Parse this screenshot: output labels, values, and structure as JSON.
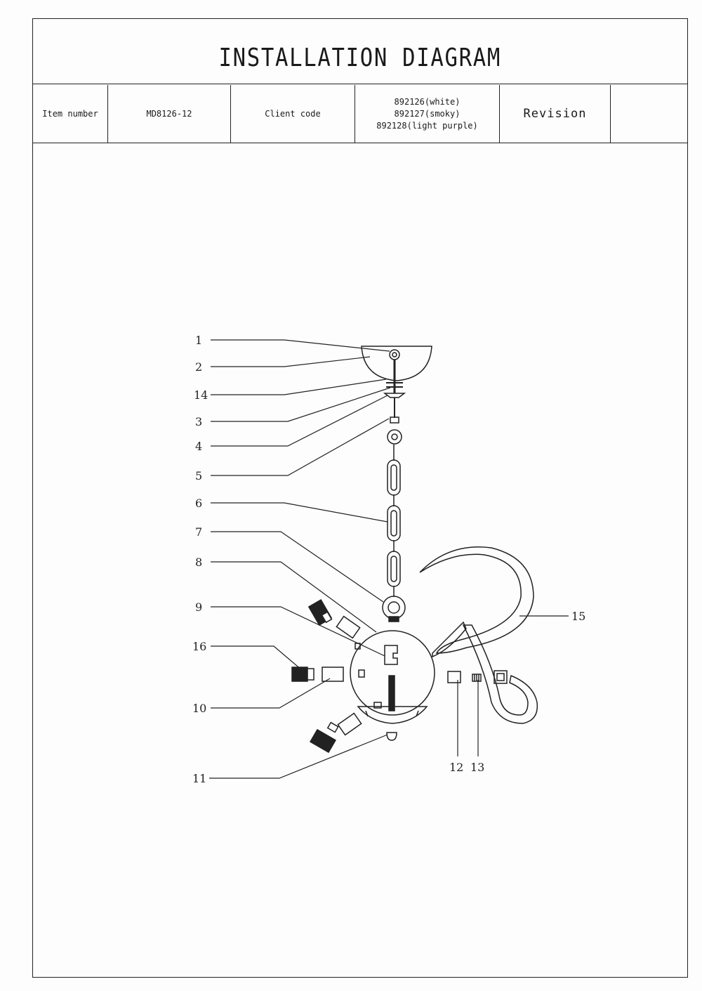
{
  "title": "INSTALLATION DIAGRAM",
  "info": {
    "item_number_label": "Item number",
    "item_number_value": "MD8126-12",
    "client_code_label": "Client code",
    "client_codes": [
      "892126(white)",
      "892127(smoky)",
      "892128(light purple)"
    ],
    "revision_label": "Revision",
    "revision_value": ""
  },
  "part_labels": {
    "p1": "1",
    "p2": "2",
    "p14": "14",
    "p3": "3",
    "p4": "4",
    "p5": "5",
    "p6": "6",
    "p7": "7",
    "p8": "8",
    "p9": "9",
    "p16": "16",
    "p10": "10",
    "p11": "11",
    "p12": "12",
    "p13": "13",
    "p15": "15"
  }
}
